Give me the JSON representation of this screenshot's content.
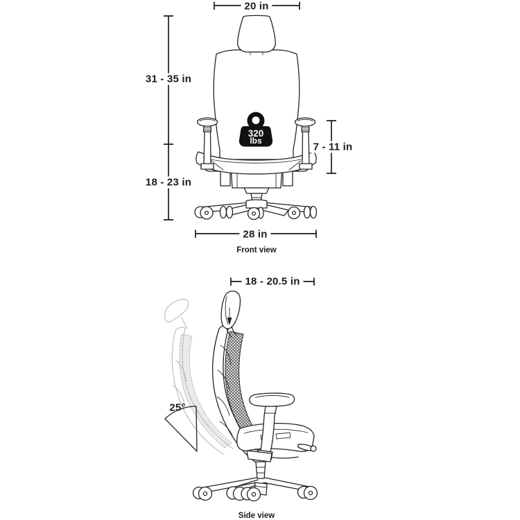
{
  "front_view": {
    "caption": "Front view",
    "dims": {
      "headrest_width": "20 in",
      "overall_height": "31 - 35 in",
      "seat_height": "18 - 23 in",
      "armrest_height": "7 - 11 in",
      "base_width": "28 in"
    },
    "weight_capacity": {
      "value": "320",
      "unit": "lbs"
    }
  },
  "side_view": {
    "caption": "Side view",
    "dims": {
      "seat_depth": "18 - 20.5 in",
      "recline_angle": "25°"
    }
  },
  "icons": {
    "weight_icon": "kettlebell-weight-icon",
    "headrest_adjust_icon": "down-arrow-icon"
  },
  "colors": {
    "background": "#ffffff",
    "line": "#242424",
    "dimension_line": "#1a1a1a",
    "text": "#1a1a1a",
    "ghost_line": "#bdbdbd",
    "weight_fill": "#111111",
    "weight_text": "#ffffff"
  }
}
